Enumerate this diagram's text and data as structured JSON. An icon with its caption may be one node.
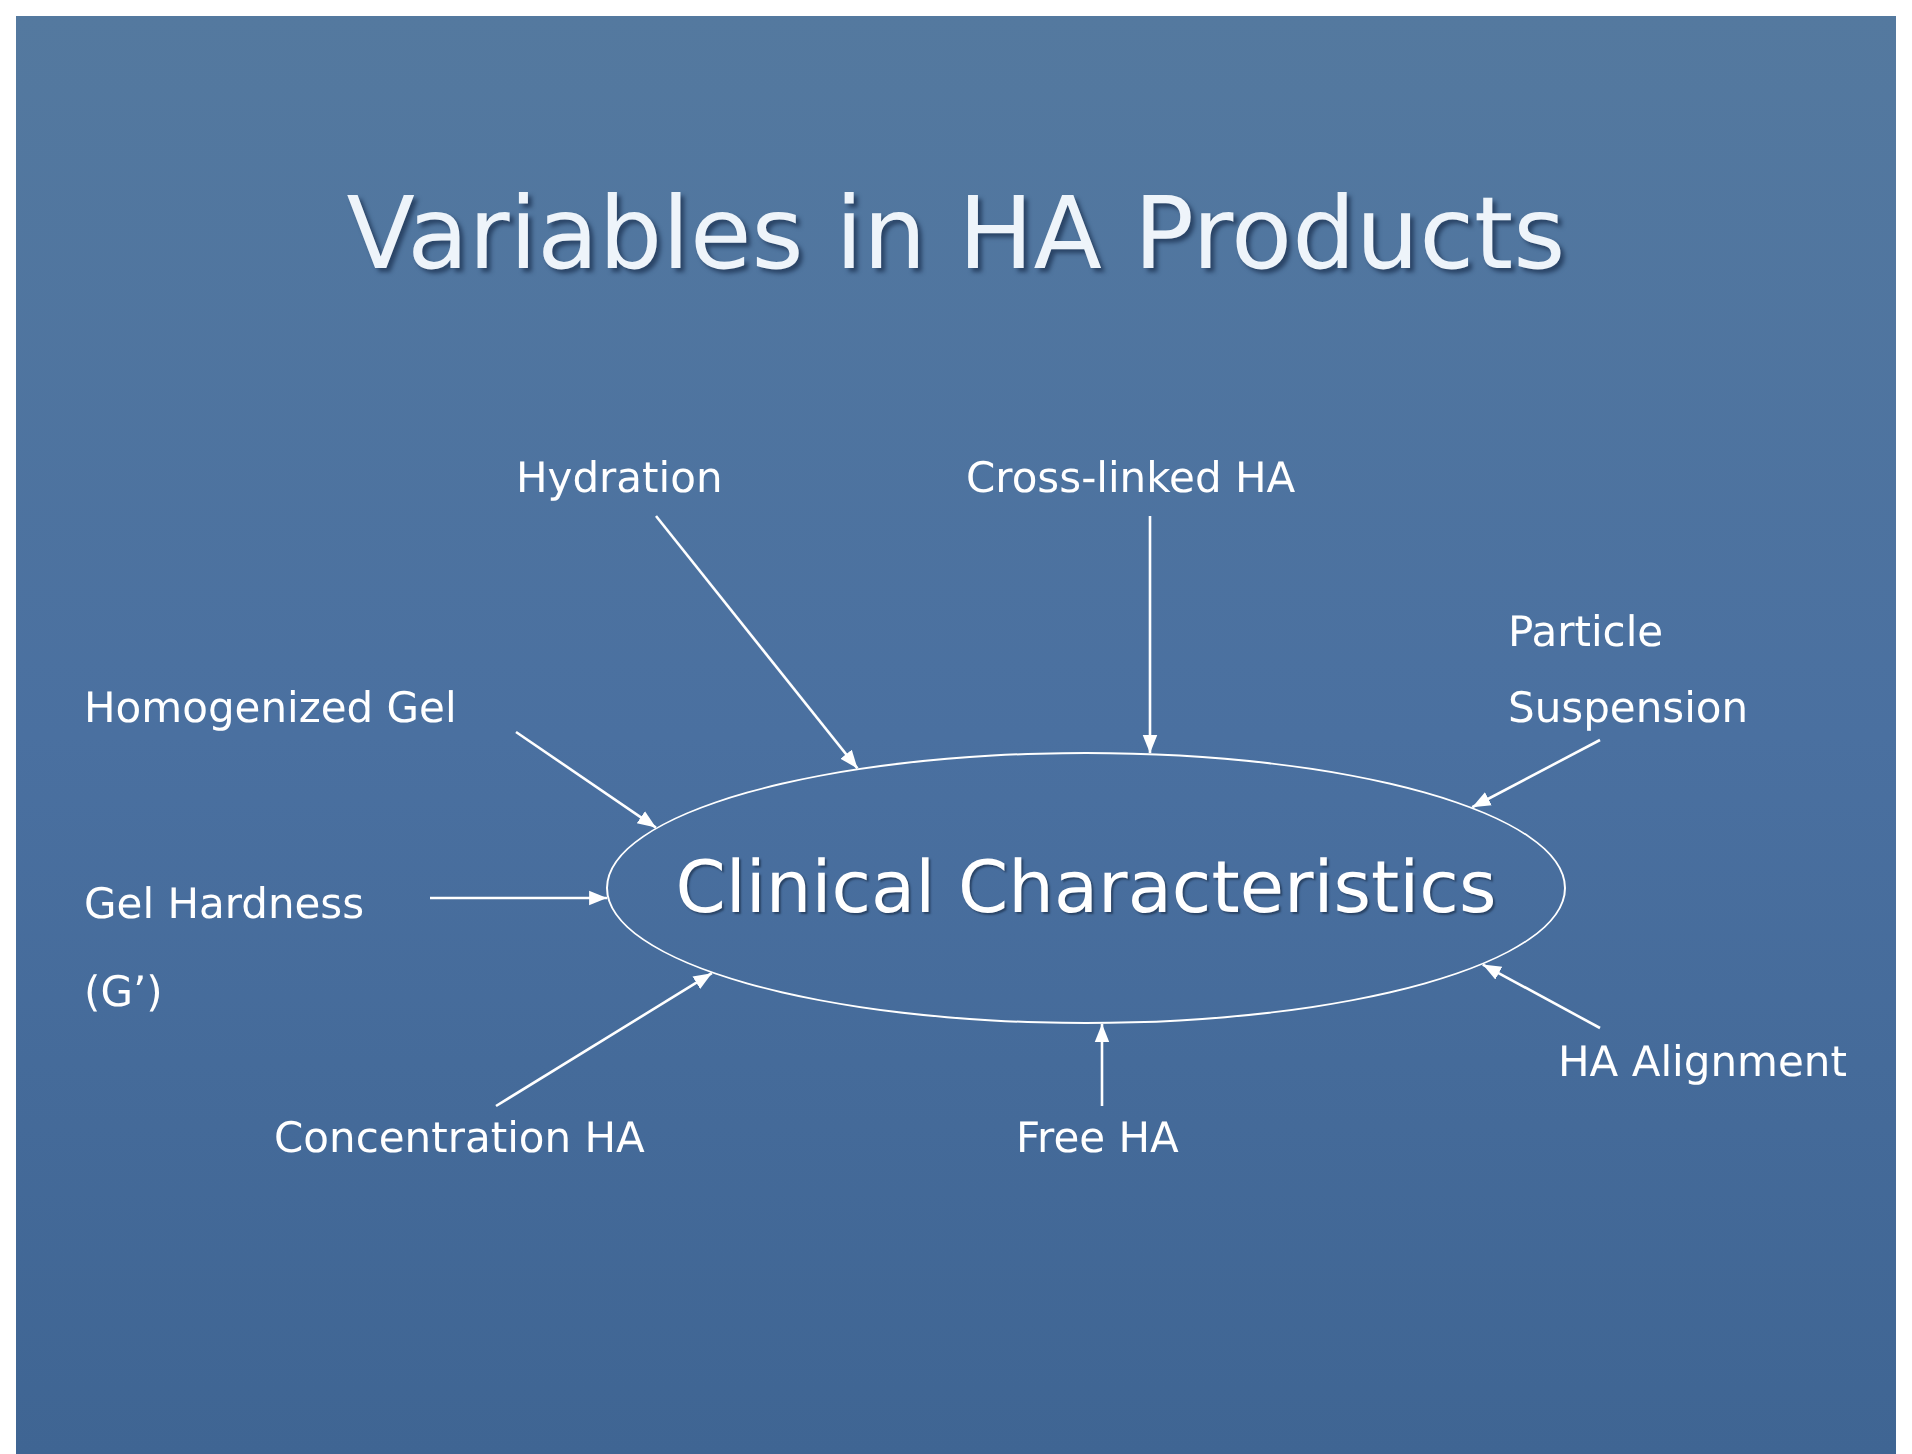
{
  "diagram": {
    "title": "Variables in HA Products",
    "nodes": [
      {
        "text": [
          "Clinical Characteristics"
        ]
      },
      {
        "text": [
          "Hydration"
        ]
      },
      {
        "text": [
          "Cross-linked HA"
        ]
      },
      {
        "text": [
          "Particle Suspension"
        ]
      },
      {
        "text": [
          "Homogenized Gel"
        ]
      },
      {
        "text": [
          "Gel Hardness (G’)"
        ]
      },
      {
        "text": [
          "Concentration HA"
        ]
      },
      {
        "text": [
          "Free HA"
        ]
      },
      {
        "text": [
          "HA Alignment"
        ]
      }
    ],
    "edges": [
      {
        "from": 1,
        "to": 0,
        "arrow": "to"
      },
      {
        "from": 2,
        "to": 0,
        "arrow": "to"
      },
      {
        "from": 3,
        "to": 0,
        "arrow": "to"
      },
      {
        "from": 4,
        "to": 0,
        "arrow": "to"
      },
      {
        "from": 5,
        "to": 0,
        "arrow": "to"
      },
      {
        "from": 6,
        "to": 0,
        "arrow": "to"
      },
      {
        "from": 7,
        "to": 0,
        "arrow": "to"
      },
      {
        "from": 8,
        "to": 0,
        "arrow": "to"
      }
    ]
  }
}
